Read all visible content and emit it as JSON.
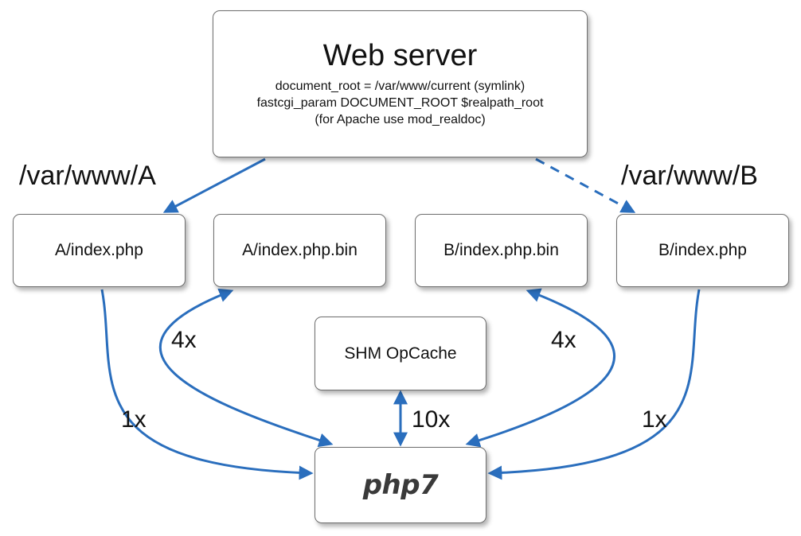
{
  "web_server": {
    "title": "Web server",
    "lines": [
      "document_root = /var/www/current (symlink)",
      "fastcgi_param DOCUMENT_ROOT $realpath_root",
      "(for Apache use mod_realdoc)"
    ]
  },
  "paths": {
    "a": "/var/www/A",
    "b": "/var/www/B"
  },
  "nodes": {
    "a_index": "A/index.php",
    "a_bin": "A/index.php.bin",
    "b_bin": "B/index.php.bin",
    "b_index": "B/index.php",
    "opcache": "SHM OpCache",
    "php": "php7"
  },
  "counts": {
    "a_bin": "4x",
    "b_bin": "4x",
    "a_index": "1x",
    "b_index": "1x",
    "opcache": "10x"
  },
  "colors": {
    "arrow": "#2a6ebd",
    "border": "#6f6f6f"
  }
}
